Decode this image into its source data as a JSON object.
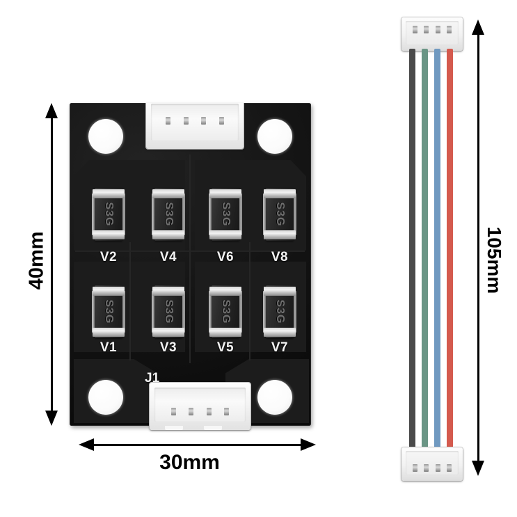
{
  "image": {
    "subject": "4-pin TL-Smoother PCB module with 8 SMA diodes and a 4-wire JST cable",
    "background_color": "#ffffff"
  },
  "pcb": {
    "color": "#121212",
    "top_connector": {
      "name": "top-connector",
      "pin_count": 4,
      "color": "#f4f4f4"
    },
    "bottom_connector": {
      "name": "j1-connector",
      "pin_count": 4,
      "color": "#f4f4f4"
    },
    "bottom_connector_label": "J1",
    "mounting_holes": 4,
    "diode_marking": "S3G",
    "diodes": [
      {
        "ref": "V2",
        "marking": "S3G",
        "row": "top",
        "col": 1
      },
      {
        "ref": "V4",
        "marking": "S3G",
        "row": "top",
        "col": 2
      },
      {
        "ref": "V6",
        "marking": "S3G",
        "row": "top",
        "col": 3
      },
      {
        "ref": "V8",
        "marking": "S3G",
        "row": "top",
        "col": 4
      },
      {
        "ref": "V1",
        "marking": "S3G",
        "row": "bottom",
        "col": 1
      },
      {
        "ref": "V3",
        "marking": "S3G",
        "row": "bottom",
        "col": 2
      },
      {
        "ref": "V5",
        "marking": "S3G",
        "row": "bottom",
        "col": 3
      },
      {
        "ref": "V7",
        "marking": "S3G",
        "row": "bottom",
        "col": 4
      }
    ]
  },
  "cable": {
    "connector_count": 2,
    "pin_count": 4,
    "wires": [
      {
        "name": "wire-black",
        "color": "#4a4a4a"
      },
      {
        "name": "wire-green",
        "color": "#6a9585"
      },
      {
        "name": "wire-blue",
        "color": "#7099c0"
      },
      {
        "name": "wire-red",
        "color": "#d45a4e"
      }
    ]
  },
  "dimensions": {
    "board_height": "40mm",
    "board_width": "30mm",
    "cable_length": "105mm"
  }
}
